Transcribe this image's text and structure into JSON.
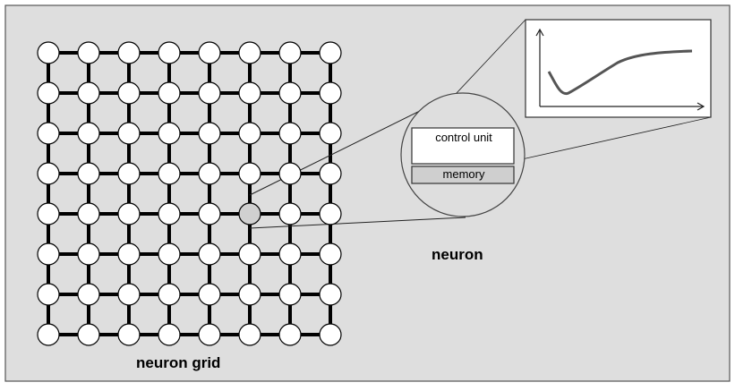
{
  "labels": {
    "grid": "neuron grid",
    "neuron": "neuron",
    "control_unit": "control unit",
    "memory": "memory"
  },
  "grid": {
    "rows": 8,
    "cols": 8,
    "highlighted": {
      "row": 4,
      "col": 5
    }
  },
  "colors": {
    "background": "#dedede",
    "node": "#ffffff",
    "highlighted_node": "#d0d0d0",
    "memory_fill": "#cfcfcf",
    "curve": "#555555"
  },
  "icons": [
    "zoom-lens",
    "graph-inset"
  ]
}
